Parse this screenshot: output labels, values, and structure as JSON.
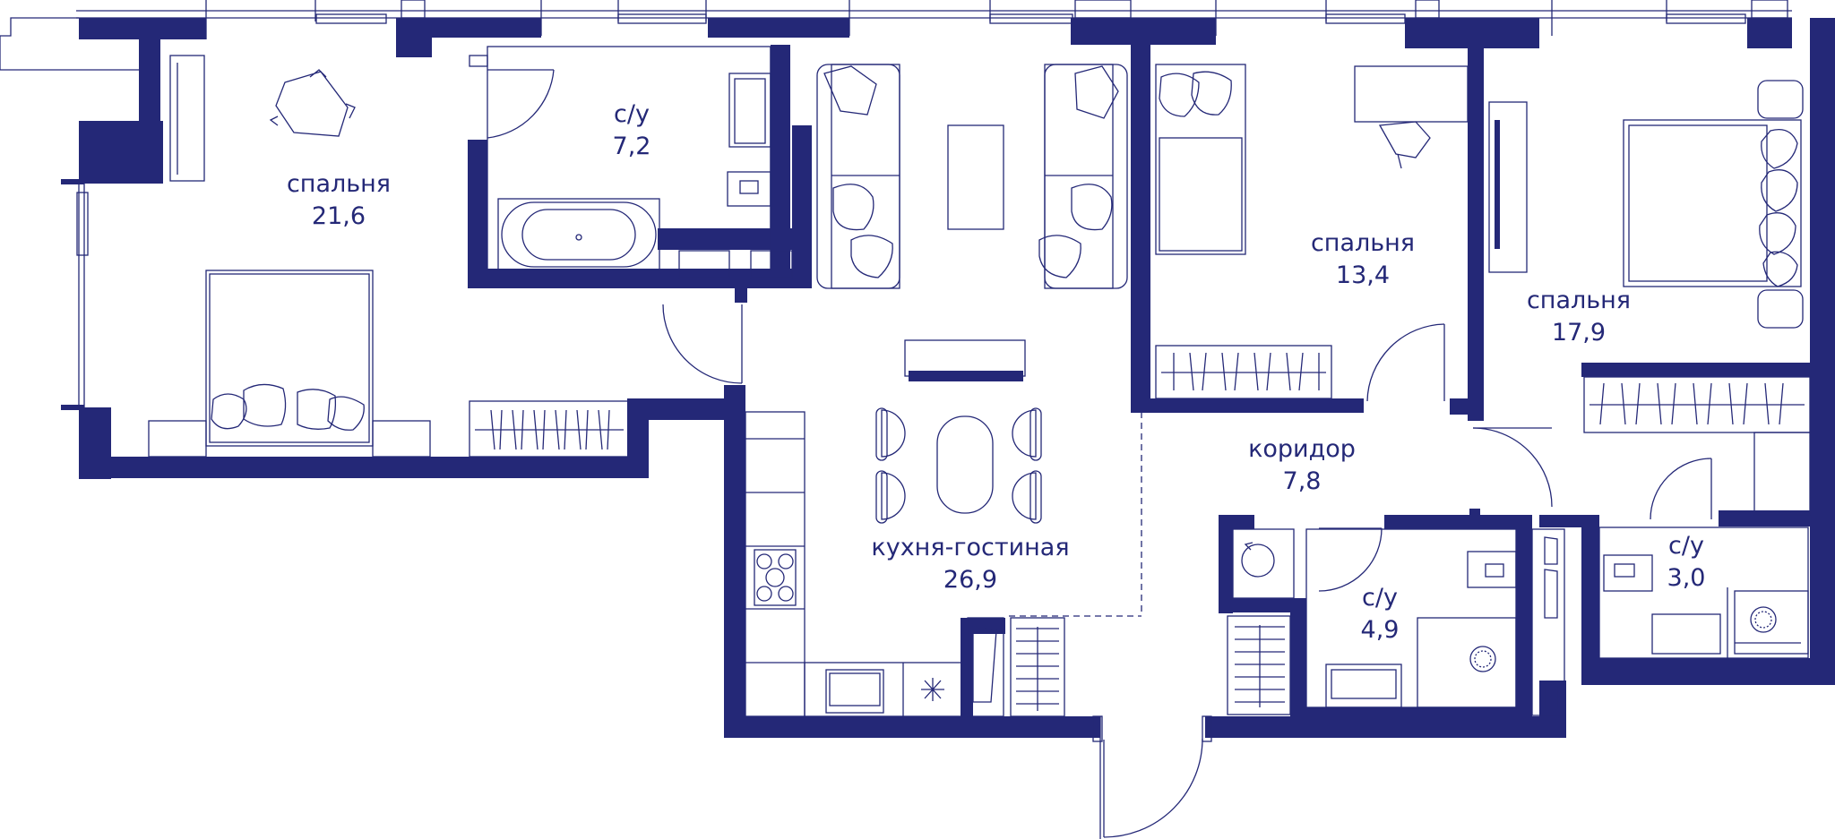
{
  "rooms": [
    {
      "id": "bedroom-1",
      "name": "спальня",
      "area": "21,6"
    },
    {
      "id": "bathroom-1",
      "name": "с/у",
      "area": "7,2"
    },
    {
      "id": "bedroom-2",
      "name": "спальня",
      "area": "13,4"
    },
    {
      "id": "bedroom-3",
      "name": "спальня",
      "area": "17,9"
    },
    {
      "id": "corridor",
      "name": "коридор",
      "area": "7,8"
    },
    {
      "id": "kitchen-living",
      "name": "кухня-гостиная",
      "area": "26,9"
    },
    {
      "id": "bathroom-2",
      "name": "с/у",
      "area": "4,9"
    },
    {
      "id": "bathroom-3",
      "name": "с/у",
      "area": "3,0"
    }
  ],
  "colors": {
    "ink": "#242877",
    "background": "#ffffff"
  }
}
